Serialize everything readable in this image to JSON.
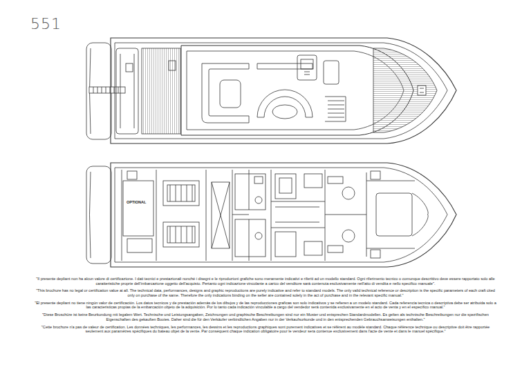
{
  "diagram": {
    "title": "551",
    "labels": [
      "OPTIONAL",
      "\"Il presente depliant non ha alcun valore di certificazione. I dati tecnici e prestazionali nonché i disegni e le riproduzioni grafiche sono meramente indicativi e riferiti ad un modello standard. Ogni riferimento tecnico o comunque descrittivo deve essere rapportato solo alle caratteristiche proprie dell'imbarcazione oggetto dell'acquisto. Pertanto ogni indicazione vincolante a carico del venditore sarà contenuta esclusivamente nell'atto di vendita e nello specifico manuale\".",
      "\"This brochure has no legal or certification value at all. The technical data, performances, designs and graphic reproductions are purely indicative and refer to standard models. The only valid technical reference or description is the specific parameters of each craft cited only on purchase of the same. Therefore the only indications binding on the seller are contained solely in the act of purchase and in the relevant specific manual.\"",
      "\"El presente depliant no tiene ningún valor de certificación. Los datos tecnicos y de prestación ademàs de los dibujos y de las reproducciones graficas son solo indicativos y se refieren a un modelo standard. Cada referencia tecnica o descriptiva debe ser atribuida solo a las caracteristicas propias de la embarcación objeto de la adquisición. Por lo tanto cada indicación vinculable a cargo del vendedor será contenida exclusivamente en el acto de venta y en el especifico manual.\"",
      "\"Diese Broschüre ist keine Beurkundung mit legalem Wert. Technische und Leistungsangaben, Zeichnungen und graphische Beschreibungen sind nur ein Muster und entsprechen Standardmodellen. Es gelten als technische Beschreibungen nur die spezifischen Eigenschaften des gekauften Bootes. Daher sind die für den Verkäufer verbindlichen Angaben nur in der Verkaufsurkunde und in den entsprechenden Gebrauchsanweisungen enthalten.\"",
      "\"Cette brochure n'a pas de valeur de certification. Les données techniques, les performances, les dessins et les reproductions graphiques sont purement indicatives et se réfèrent au modèle standard. Chaque référence technique ou descriptive doit être rapportée seulement aux paramètres spécifiques du bateau objet de la vente. Par conséquent chaque indication obligatoire pour le vendeur sera contenue exclusivement dans l'acte de vente et dans le manuel spécifique.\""
    ]
  }
}
